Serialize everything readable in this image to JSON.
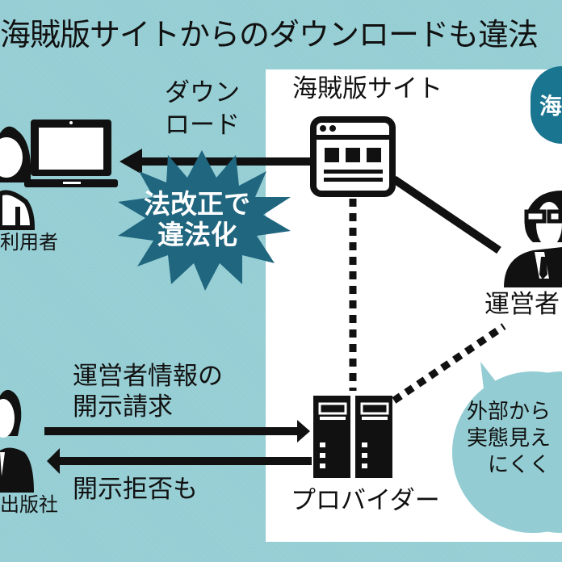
{
  "title": "海賊版サイトからのダウンロードも違法",
  "colors": {
    "background": "#93cdd3",
    "panel": "#ffffff",
    "burst": "#20667f",
    "badge": "#1a7591",
    "bubble": "#93cdd3",
    "ink": "#111111"
  },
  "nodes": {
    "pirate_site": {
      "label": "海賊版サイト",
      "icon": "browser-window-icon"
    },
    "operator": {
      "label": "運営者",
      "icon": "man-with-glasses-suit-icon"
    },
    "provider": {
      "label": "プロバイダー",
      "icon": "server-rack-icon"
    },
    "user": {
      "label": "利用者",
      "icon": "woman-user-icon"
    },
    "publisher": {
      "label": "出版社",
      "icon": "man-suit-icon"
    },
    "laptop": {
      "icon": "laptop-icon"
    }
  },
  "arrows": {
    "download": {
      "label_line1": "ダウン",
      "label_line2": "ロード"
    },
    "disclosure_request": {
      "label_line1": "運営者情報の",
      "label_line2": "開示請求"
    },
    "disclosure_refusal": {
      "label": "開示拒否も"
    }
  },
  "burst": {
    "line1": "法改正で",
    "line2": "違法化"
  },
  "bubble": {
    "line1": "外部から",
    "line2": "実態見え",
    "line3": "にくく"
  },
  "badge": {
    "text": "海"
  }
}
